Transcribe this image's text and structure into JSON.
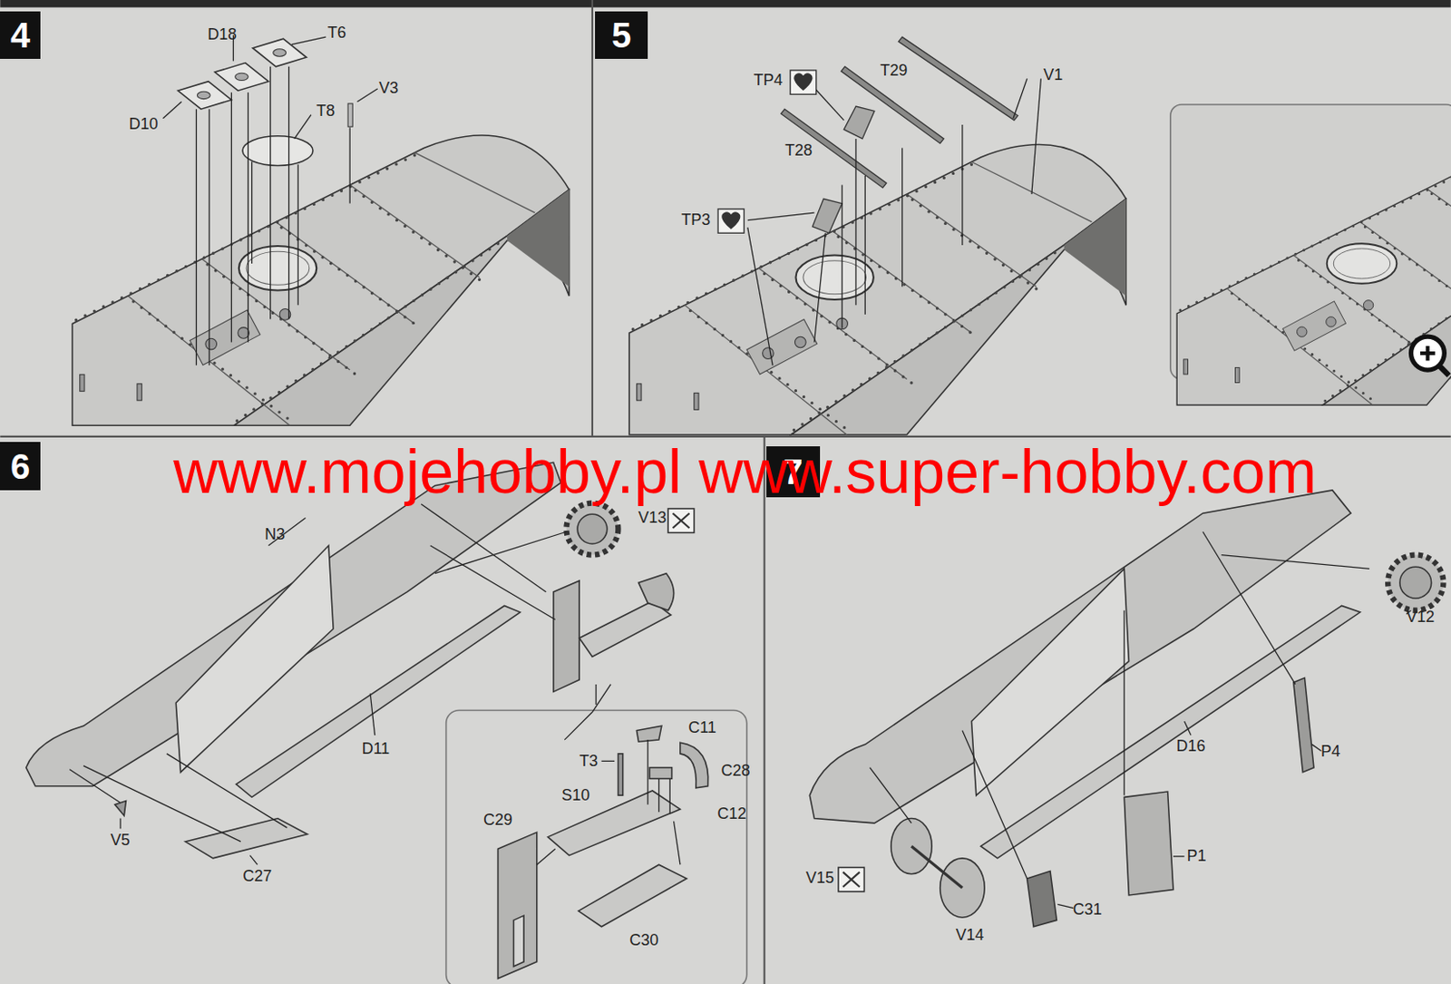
{
  "diagram": {
    "nodes": [
      {
        "text": [
          "4"
        ]
      },
      {
        "text": [
          "5"
        ]
      },
      {
        "text": [
          "6"
        ]
      },
      {
        "text": [
          "7"
        ]
      }
    ],
    "labels": [
      "D18",
      "T6",
      "V3",
      "T8",
      "D10",
      "TP4",
      "T29",
      "V1",
      "T28",
      "TP3",
      "www.mojehobby.pl www.super-hobby.com",
      "N3",
      "V13",
      "C11",
      "T3",
      "C28",
      "S10",
      "C12",
      "D11",
      "C29",
      "V5",
      "C27",
      "C30",
      "V12",
      "D16",
      "P4",
      "P1",
      "V15",
      "C31",
      "V14"
    ]
  }
}
